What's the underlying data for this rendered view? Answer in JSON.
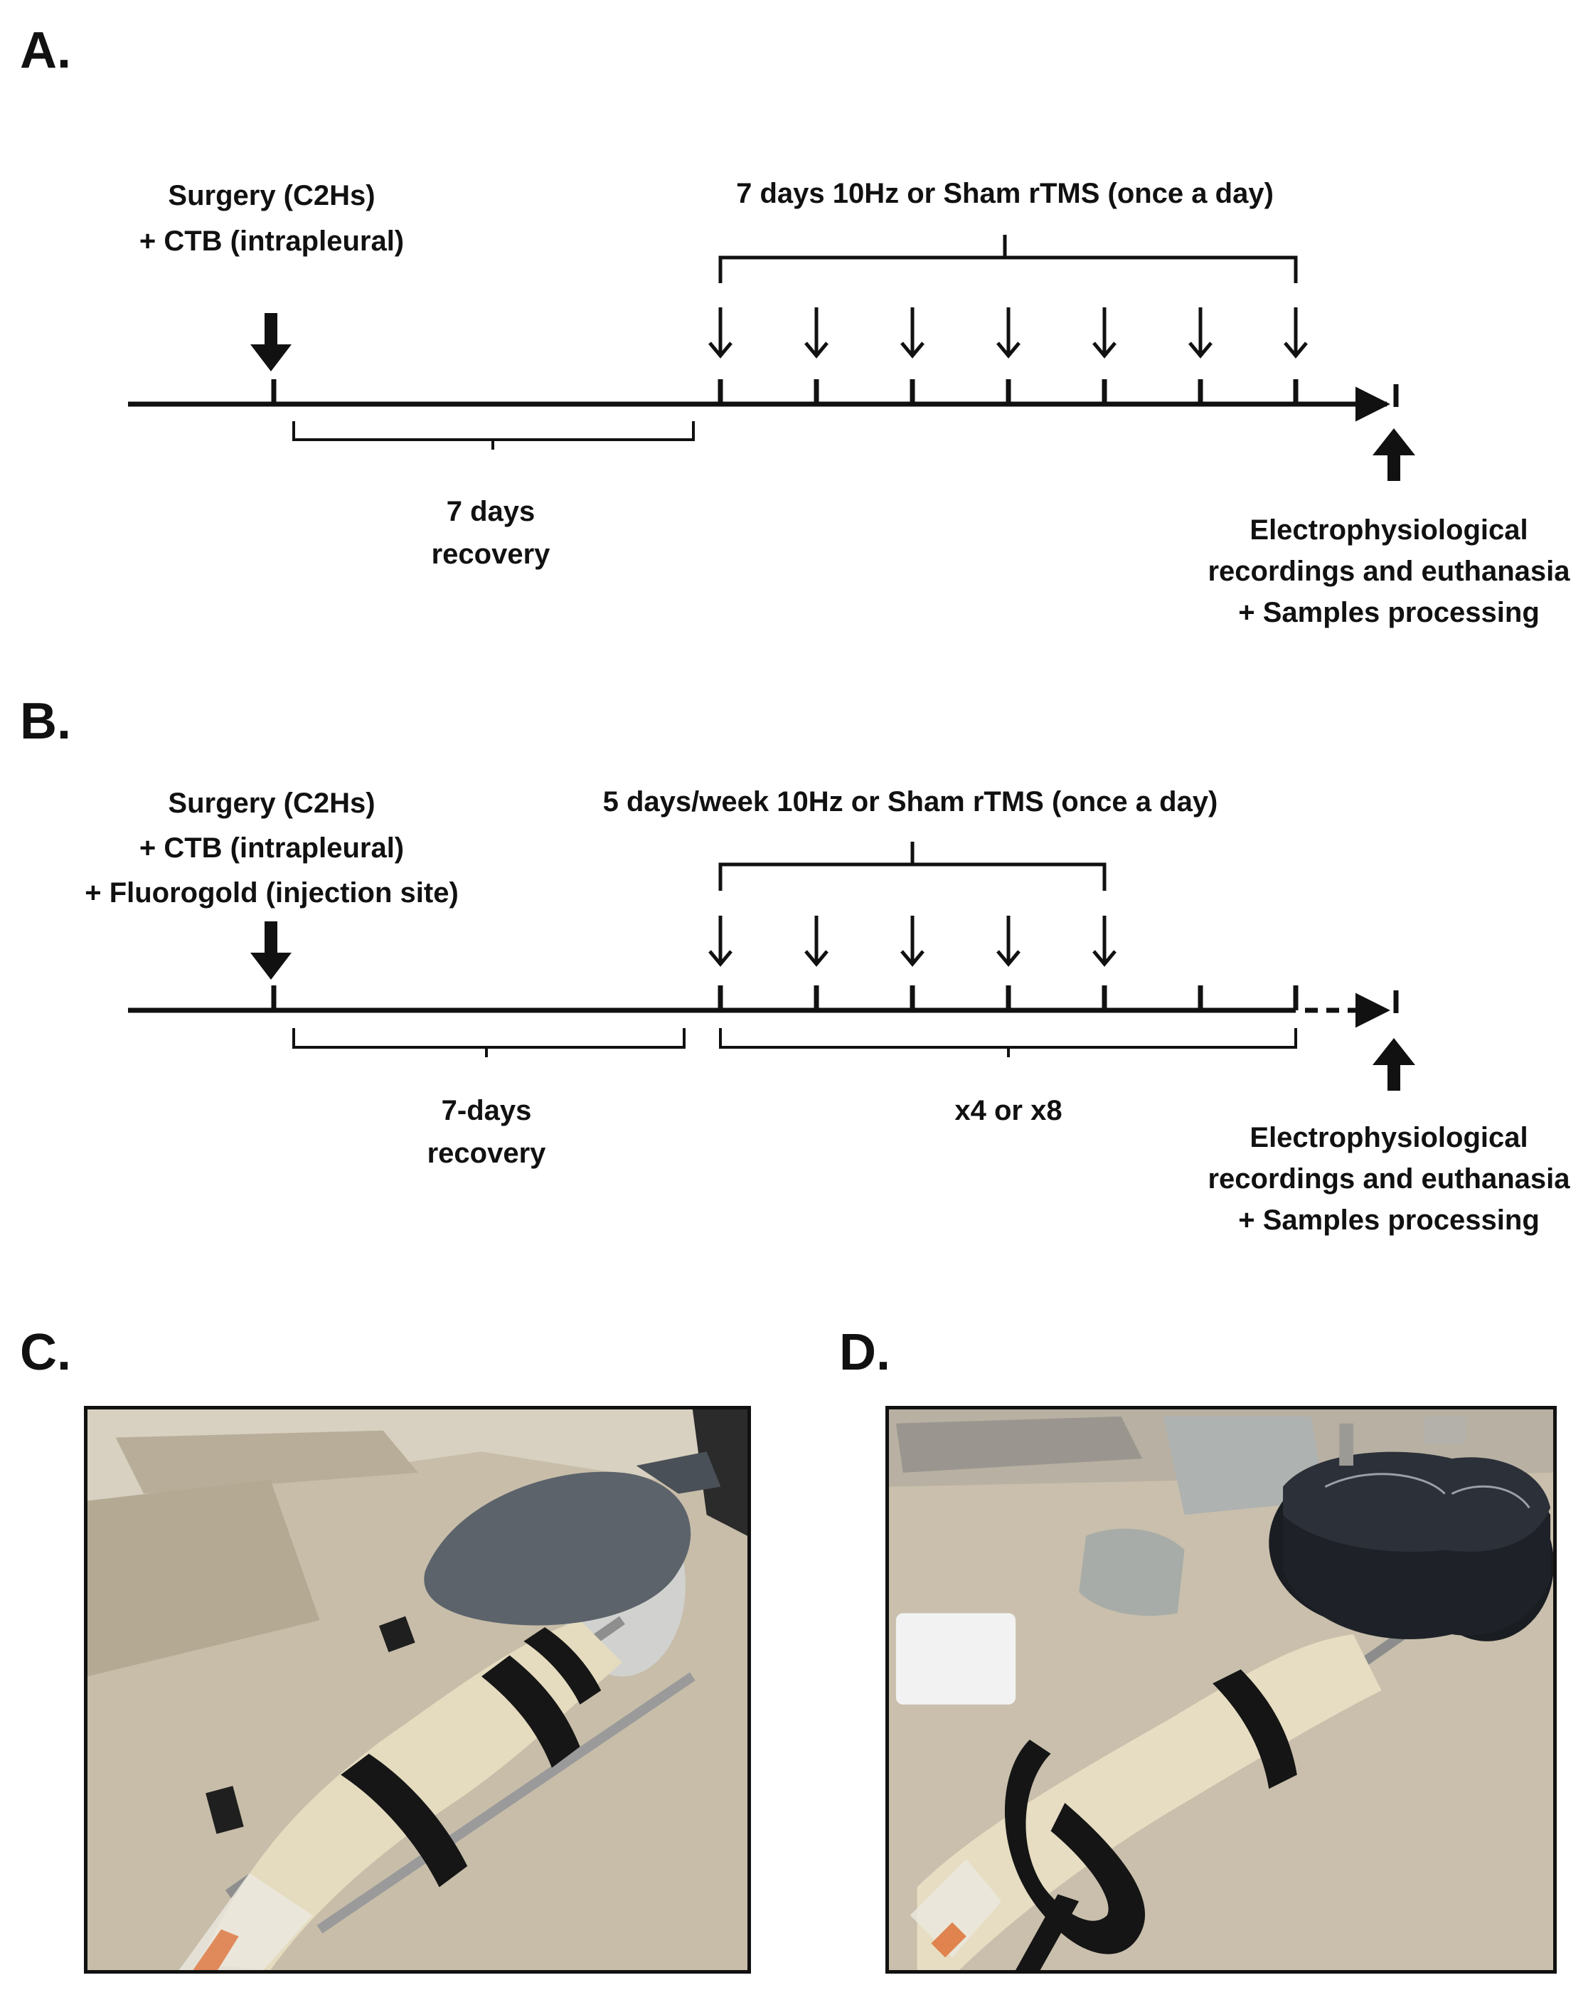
{
  "panels": {
    "a": {
      "letter": "A.",
      "surgery_line1": "Surgery (C2Hs)",
      "surgery_line2": "+ CTB (intrapleural)",
      "treatment_label": "7 days 10Hz or Sham rTMS (once a day)",
      "recovery_line1": "7 days",
      "recovery_line2": "recovery",
      "end_line1": "Electrophysiological",
      "end_line2": "recordings and euthanasia",
      "end_line3": "+ Samples processing"
    },
    "b": {
      "letter": "B.",
      "surgery_line1": "Surgery (C2Hs)",
      "surgery_line2": "+ CTB (intrapleural)",
      "surgery_line3": "+ Fluorogold (injection site)",
      "treatment_label": "5 days/week 10Hz or Sham rTMS (once a day)",
      "recovery_line1": "7-days",
      "recovery_line2": "recovery",
      "repeat_label": "x4 or x8",
      "end_line1": "Electrophysiological",
      "end_line2": "recordings and euthanasia",
      "end_line3": "+ Samples processing"
    },
    "c": {
      "letter": "C."
    },
    "d": {
      "letter": "D."
    }
  },
  "colors": {
    "ink": "#111111",
    "table": "#c9bfae",
    "tray": "#b9ad99",
    "velcro": "#161616",
    "bag": "#e7e1c8",
    "coil_plastic": "#5c636b",
    "coil_black": "#1a1d22"
  }
}
